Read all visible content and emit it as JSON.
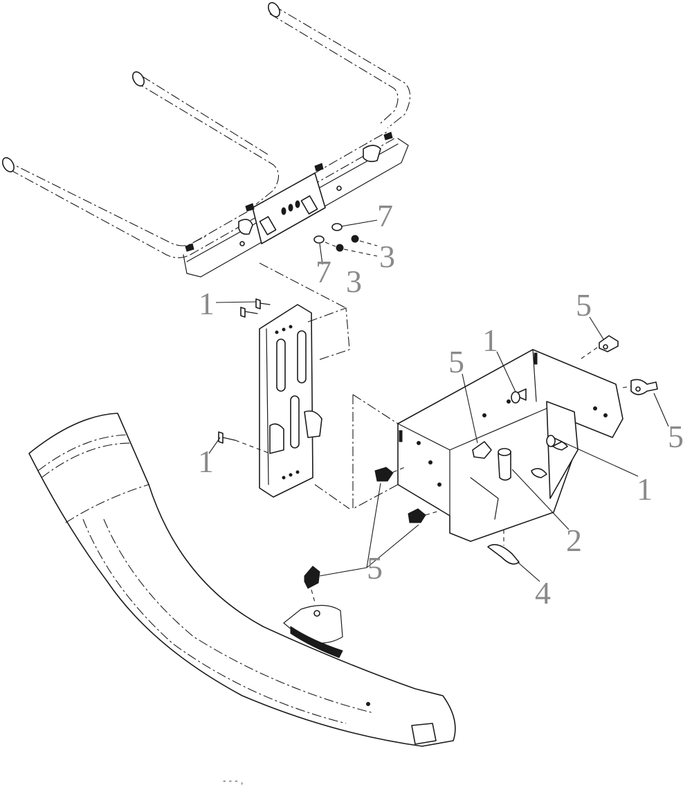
{
  "callouts": [
    {
      "id": "c1a",
      "label": "7"
    },
    {
      "id": "c1b",
      "label": "7"
    },
    {
      "id": "c2a",
      "label": "3"
    },
    {
      "id": "c2b",
      "label": "3"
    },
    {
      "id": "c3",
      "label": "1"
    },
    {
      "id": "c4",
      "label": "1"
    },
    {
      "id": "c5",
      "label": "5"
    },
    {
      "id": "c6",
      "label": "1"
    },
    {
      "id": "c7",
      "label": "5"
    },
    {
      "id": "c8",
      "label": "5"
    },
    {
      "id": "c9",
      "label": "1"
    },
    {
      "id": "c10",
      "label": "2"
    },
    {
      "id": "c11",
      "label": "5"
    },
    {
      "id": "c12",
      "label": "4"
    }
  ],
  "footer": {
    "text": "-  -  -   ,"
  }
}
